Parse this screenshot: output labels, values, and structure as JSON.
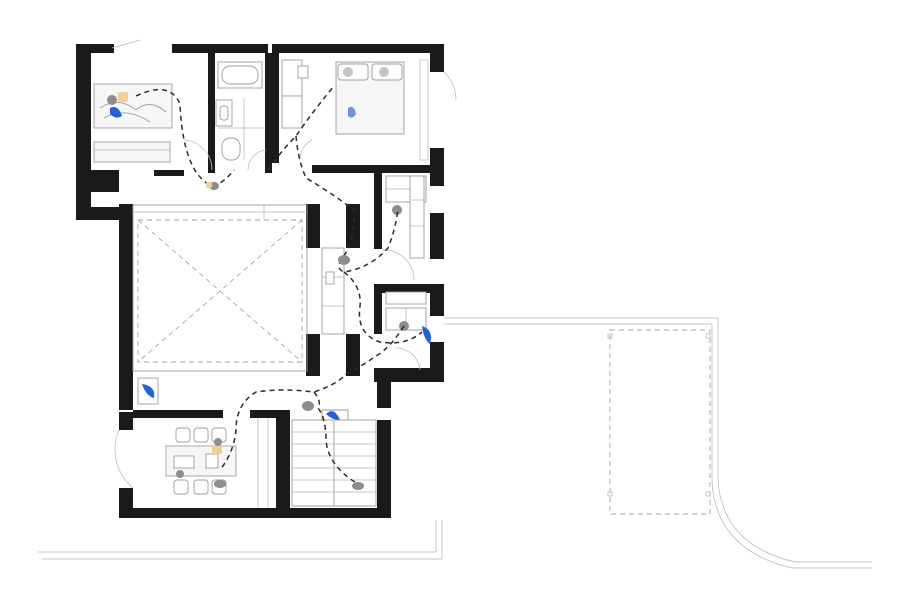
{
  "plan": {
    "colors": {
      "wall": "#1a1a1a",
      "movement_path": "#2b2b2b",
      "accent_blue": "#1d62d6",
      "accent_light_blue": "#6f8ff2",
      "accent_orange": "#f4cf93",
      "figure_grey": "#8d8d8d"
    },
    "rooms": [
      "bedroom-north-west",
      "bathroom",
      "bedroom-north-east",
      "atrium-void",
      "dressing-room",
      "laundry",
      "study",
      "staircase",
      "terrace"
    ]
  }
}
